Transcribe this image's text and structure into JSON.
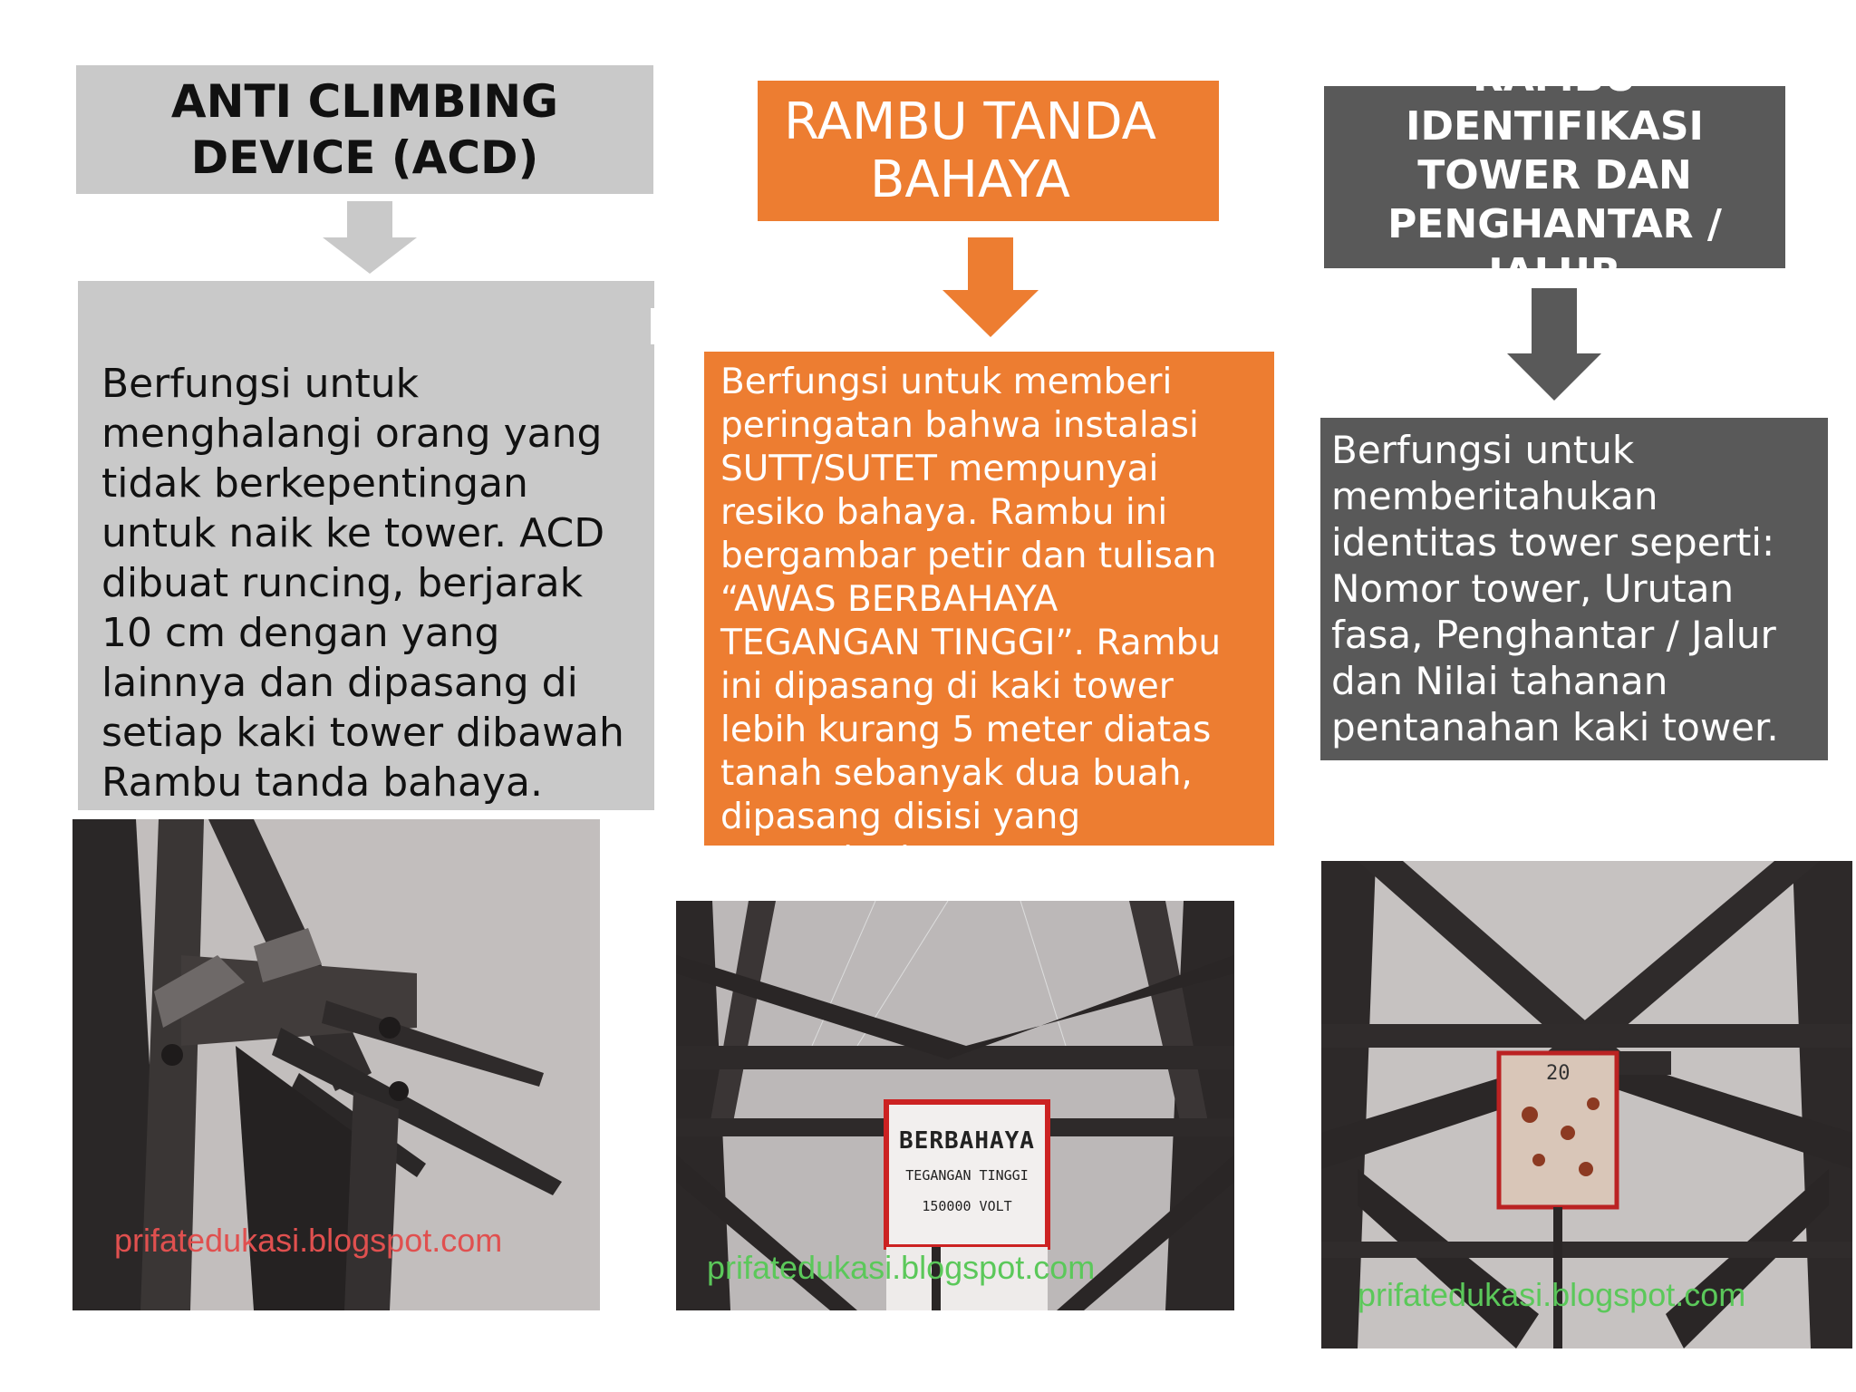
{
  "columns": [
    {
      "title": "ANTI CLIMBING DEVICE (ACD)",
      "description": "Berfungsi untuk menghalangi orang yang tidak berkepentingan untuk naik ke tower. ACD dibuat runcing, berjarak 10 cm dengan yang lainnya dan dipasang di setiap kaki tower dibawah Rambu tanda bahaya.",
      "watermark": "prifatedukasi.blogspot.com"
    },
    {
      "title": "RAMBU TANDA BAHAYA",
      "description": "Berfungsi untuk memberi peringatan bahwa instalasi SUTT/SUTET mempunyai resiko bahaya. Rambu ini bergambar petir dan tulisan “AWAS BERBAHAYA TEGANGAN TINGGI”. Rambu ini dipasang di kaki tower lebih kurang 5 meter diatas tanah sebanyak dua buah, dipasang disisi yang mengahadap tower nomor",
      "sign_line1": "BERBAHAYA",
      "sign_line2": "TEGANGAN TINGGI",
      "sign_line3": "150000 VOLT",
      "watermark": "prifatedukasi.blogspot.com"
    },
    {
      "title_lines": [
        "RAMBU",
        "IDENTIFIKASI",
        "TOWER DAN",
        "PENGHANTAR /",
        "JALUR"
      ],
      "description": "Berfungsi untuk memberitahukan identitas tower seperti: Nomor tower, Urutan fasa, Penghantar / Jalur dan Nilai tahanan pentanahan kaki tower.",
      "sign_number": "20",
      "watermark": "prifatedukasi.blogspot.com"
    }
  ],
  "colors": {
    "gray_light": "#c9c9c9",
    "orange": "#ed7d31",
    "gray_dark": "#595959",
    "watermark_red": "#e0504f",
    "watermark_green": "#5bc85a"
  }
}
